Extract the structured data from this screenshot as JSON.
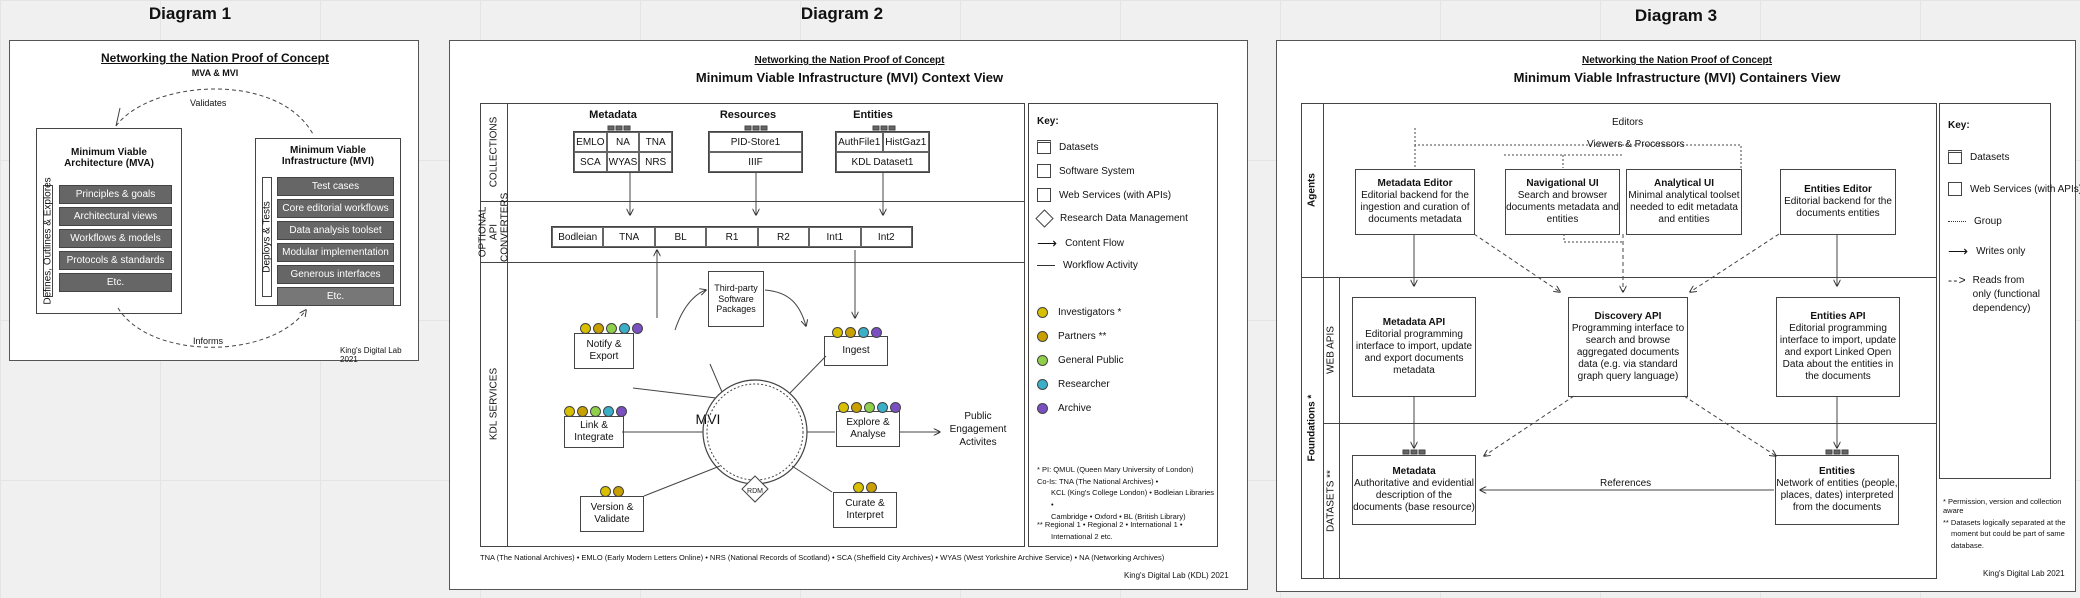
{
  "d1": {
    "heading": "Diagram 1",
    "title": "Networking the Nation Proof of Concept",
    "subtitle": "MVA & MVI",
    "validates": "Validates",
    "informs": "Informs",
    "mva_title": "Minimum Viable Architecture (MVA)",
    "mva_side": "Defines, Outlines & Explores",
    "mva_items": [
      "Principles & goals",
      "Architectural views",
      "Workflows & models",
      "Protocols & standards",
      "Etc."
    ],
    "mvi_title": "Minimum Viable Infrastructure (MVI)",
    "mvi_side": "Deploys & Tests",
    "mvi_items": [
      "Test cases",
      "Core editorial workflows",
      "Data analysis toolset",
      "Modular implementation",
      "Generous interfaces",
      "Etc."
    ],
    "credit": "King's Digital Lab 2021"
  },
  "d2": {
    "heading": "Diagram 2",
    "title": "Networking the Nation Proof of Concept",
    "subtitle": "Minimum Viable Infrastructure (MVI) Context View",
    "row_collections": "COLLECTIONS",
    "row_converters": "OPTIONAL API CONVERTERS",
    "row_services": "KDL SERVICES",
    "metadata_h": "Metadata",
    "metadata": [
      "EMLO",
      "NA",
      "TNA",
      "SCA",
      "WYAS",
      "NRS"
    ],
    "resources_h": "Resources",
    "resources": [
      "PID-Store1",
      "IIIF"
    ],
    "entities_h": "Entities",
    "entities": [
      "AuthFile1",
      "HistGaz1",
      "KDL Dataset1"
    ],
    "converters": [
      "Bodleian",
      "TNA",
      "BL",
      "R1",
      "R2",
      "Int1",
      "Int2"
    ],
    "third_party": "Third-party Software Packages",
    "mvi": "MVI",
    "rdm": "RDM",
    "services": {
      "notify": "Notify & Export",
      "ingest": "Ingest",
      "link": "Link & Integrate",
      "explore": "Explore & Analyse",
      "version": "Version & Validate",
      "curate": "Curate & Interpret"
    },
    "public": "Public Engagement Activites",
    "key_title": "Key:",
    "key": [
      "Datasets",
      "Software System",
      "Web Services (with APIs)",
      "Research Data Management",
      "Content Flow",
      "Workflow Activity"
    ],
    "key_roles": [
      "Investigators *",
      "Partners **",
      "General Public",
      "Researcher",
      "Archive"
    ],
    "note1": [
      "* PI: QMUL (Queen Mary University of London)",
      "Co-Is: TNA (The National Archives) •",
      "KCL (King's College London) • Bodleian Libraries •",
      "Cambridge • Oxford • BL (British Library)"
    ],
    "note2": [
      "** Regional 1 • Regional 2 • International 1 •",
      "International 2 etc."
    ],
    "footer": "TNA (The National Archives) • EMLO (Early Modern Letters Online) • NRS (National Records of Scotland) • SCA (Sheffield City Archives) • WYAS (West Yorkshire Archive Service) • NA (Networking Archives)",
    "credit": "King's Digital Lab (KDL) 2021",
    "colors": {
      "investigators": "#d8c000",
      "partners": "#c8a000",
      "public": "#8fcf4a",
      "researcher": "#3ab0c8",
      "archive": "#7a4fc0"
    }
  },
  "d3": {
    "heading": "Diagram 3",
    "title": "Networking the Nation Proof of Concept",
    "subtitle": "Minimum Viable Infrastructure (MVI) Containers View",
    "row_agents": "Agents",
    "row_foundations": "Foundations *",
    "row_webapis": "WEB APIS",
    "row_datasets": "DATASETS **",
    "editors": "Editors",
    "viewers": "Viewers & Processors",
    "md_editor_t": "Metadata Editor",
    "md_editor_d": "Editorial backend for the ingestion and curation of documents metadata",
    "nav_ui_t": "Navigational UI",
    "nav_ui_d": "Search and browser documents metadata and entities",
    "an_ui_t": "Analytical UI",
    "an_ui_d": "Minimal analytical toolset needed to edit metadata and entities",
    "ent_editor_t": "Entities Editor",
    "ent_editor_d": "Editorial backend for the documents entities",
    "md_api_t": "Metadata API",
    "md_api_d": "Editorial programming interface to import, update and export documents metadata",
    "disc_api_t": "Discovery API",
    "disc_api_d": "Programming interface to search and browse aggregated documents data (e.g. via standard graph query language)",
    "ent_api_t": "Entities API",
    "ent_api_d": "Editorial programming interface to import, update and export Linked Open Data about the entities in the documents",
    "md_t": "Metadata",
    "md_d": "Authoritative and evidential description of the documents (base resource)",
    "ent_t": "Entities",
    "ent_d": "Network of entities (people, places, dates) interpreted from the documents",
    "references": "References",
    "key_title": "Key:",
    "key": [
      "Datasets",
      "Web Services (with APIs)",
      "Group",
      "Writes only",
      "Reads from only (functional dependency)"
    ],
    "note1": "* Permission, version and collection aware",
    "note2": "** Datasets logically separated at the moment but could be part of same database.",
    "credit": "King's Digital Lab 2021"
  }
}
